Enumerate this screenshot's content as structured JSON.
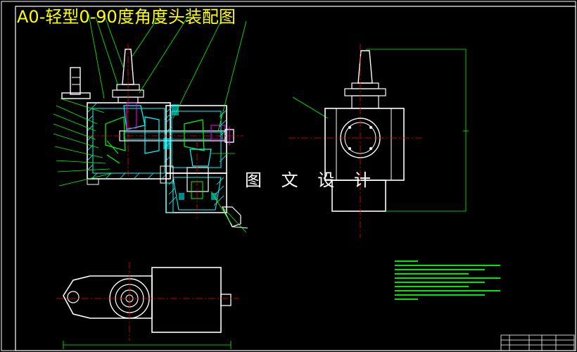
{
  "drawing": {
    "title": "A0-轻型0-90度角度头装配图",
    "watermark": "图 文 设 计"
  },
  "colors": {
    "background": "#000000",
    "frame": "#ffffff",
    "title": "#ffff00",
    "leader": "#00ff00",
    "centerline": "#ff0000",
    "section": "#00ffff",
    "hatch": "#00ffff",
    "dimension": "#00ff00",
    "accent": "#ff00ff"
  },
  "notes": {
    "line_count": 10
  }
}
